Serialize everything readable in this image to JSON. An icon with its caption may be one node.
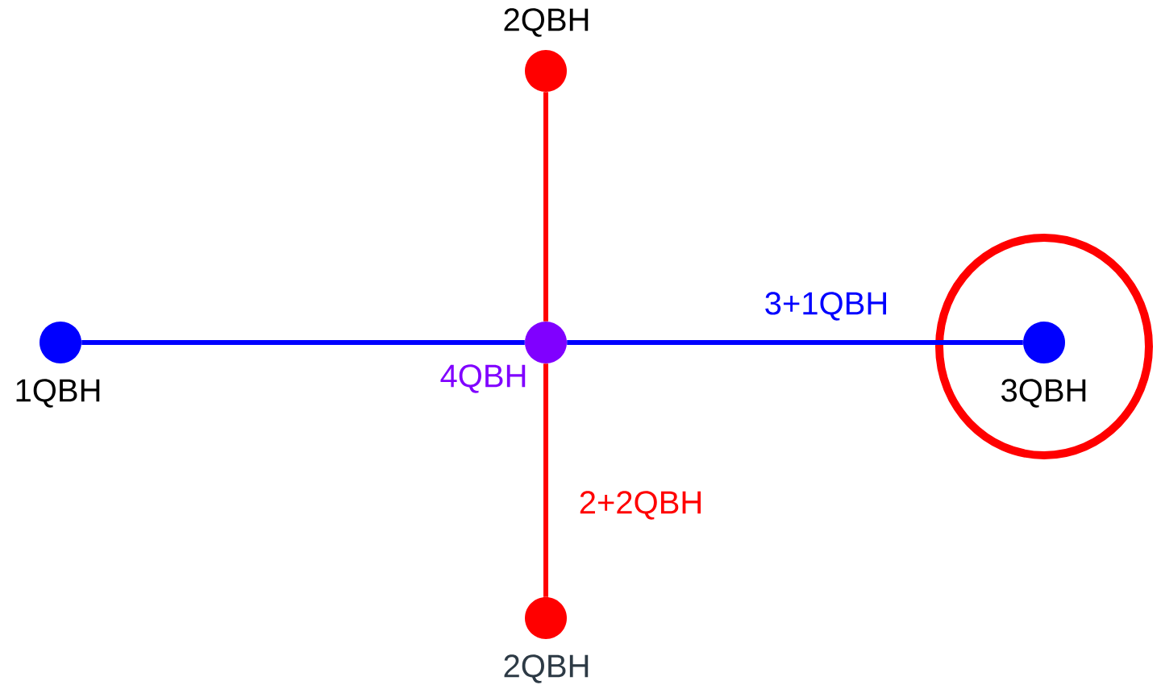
{
  "diagram": {
    "nodes": [
      {
        "text": [],
        "shape": "circle",
        "beside": [
          "2QBH"
        ]
      },
      {
        "text": [],
        "shape": "circle",
        "beside": [
          "1QBH"
        ]
      },
      {
        "text": [],
        "shape": "circle",
        "beside": [
          "4QBH"
        ]
      },
      {
        "text": [],
        "shape": "circle",
        "beside": [
          "3QBH"
        ]
      },
      {
        "text": [],
        "shape": "circle",
        "beside": [
          "2QBH"
        ]
      }
    ],
    "edges": [
      {
        "from": 1,
        "to": 2,
        "arrow": "none",
        "color": "#0000ff"
      },
      {
        "from": 2,
        "to": 3,
        "arrow": "none",
        "label": "3+1QBH",
        "color": "#0000ff"
      },
      {
        "from": 0,
        "to": 2,
        "arrow": "none",
        "color": "#ff0000"
      },
      {
        "from": 2,
        "to": 4,
        "arrow": "none",
        "label": "2+2QBH",
        "color": "#ff0000"
      }
    ]
  }
}
